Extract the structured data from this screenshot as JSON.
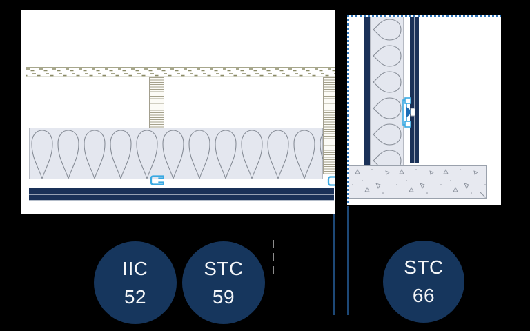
{
  "page": {
    "background": "#000000"
  },
  "colors": {
    "panel_white": "#ffffff",
    "navy": "#1a3158",
    "badge_navy": "#16365d",
    "accent_light_blue": "#3aa9e2",
    "clip_arrow_blue": "#1b6cb5",
    "cut_dash_blue": "#2e74b8",
    "divider_navy": "#1d4876",
    "insulation_fill": "#e4e7ef",
    "insulation_line": "#878d97",
    "wood_hatch_olive": "#8a8a66",
    "lumber_hatch": "#a09c86",
    "concrete_fill": "#e7e9f0",
    "concrete_speck": "#8b919c",
    "break_dash_gray": "#8c8c8c",
    "badge_text": "#f4f6f8"
  },
  "left_diagram": {
    "title": "floor-ceiling-assembly-section",
    "parts": [
      "floor-sheathing",
      "wood-joist",
      "rim-joist",
      "batt-insulation",
      "resilient-channel",
      "double-gypsum-ceiling"
    ]
  },
  "right_diagram": {
    "title": "wall-assembly-section",
    "parts": [
      "stud",
      "batt-insulation",
      "sound-isolation-clip",
      "double-gypsum-layer",
      "concrete-slab"
    ]
  },
  "badges": [
    {
      "label": "IIC",
      "value": "52"
    },
    {
      "label": "STC",
      "value": "59"
    },
    {
      "label": "STC",
      "value": "66"
    }
  ]
}
